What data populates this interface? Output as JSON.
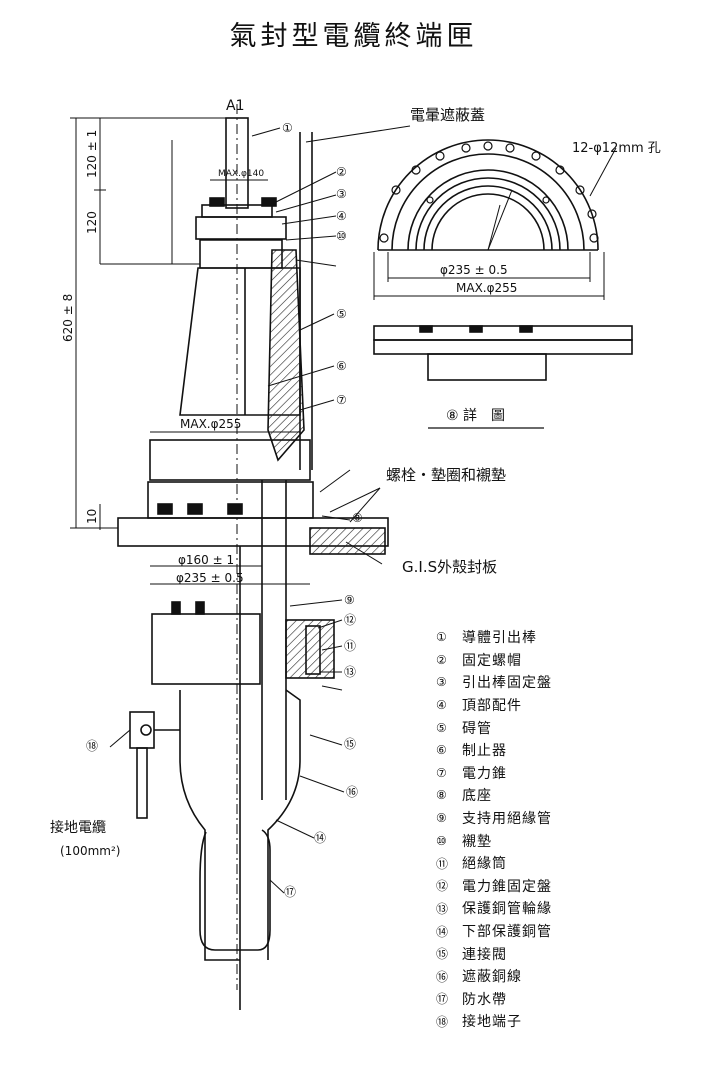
{
  "title": "氣封型電纜終端匣",
  "section_mark": "A1",
  "callouts": {
    "shield_cover": "電暈遮蔽蓋",
    "holes": "12-φ12mm 孔",
    "bolt_gasket": "螺栓・墊圈和襯墊",
    "gis_plate": "G.I.S外殼封板",
    "detail_caption": "⑧ 詳　圖",
    "ground_cable": "接地電纜",
    "ground_cable_size": "(100mm²)"
  },
  "dimensions": {
    "top_gap": "120 ± 1",
    "cap_height": "120",
    "total_height": "620 ± 8",
    "max140": "MAX.φ140",
    "max255_main": "MAX.φ255",
    "base_thickness": "10",
    "dia160": "φ160 ± 1",
    "dia235_main": "φ235 ± 0.5",
    "dia235_detail": "φ235 ± 0.5",
    "max255_detail": "MAX.φ255"
  },
  "numbers": [
    "①",
    "②",
    "③",
    "④",
    "⑤",
    "⑥",
    "⑦",
    "⑧",
    "⑨",
    "⑩",
    "⑪",
    "⑫",
    "⑬",
    "⑭",
    "⑮",
    "⑯",
    "⑰",
    "⑱"
  ],
  "legend": [
    {
      "num": "①",
      "text": "導體引出棒"
    },
    {
      "num": "②",
      "text": "固定螺帽"
    },
    {
      "num": "③",
      "text": "引出棒固定盤"
    },
    {
      "num": "④",
      "text": "頂部配件"
    },
    {
      "num": "⑤",
      "text": "碍管"
    },
    {
      "num": "⑥",
      "text": "制止器"
    },
    {
      "num": "⑦",
      "text": "電力錐"
    },
    {
      "num": "⑧",
      "text": "底座"
    },
    {
      "num": "⑨",
      "text": "支持用絕緣管"
    },
    {
      "num": "⑩",
      "text": "襯墊"
    },
    {
      "num": "⑪",
      "text": "絕緣筒"
    },
    {
      "num": "⑫",
      "text": "電力錐固定盤"
    },
    {
      "num": "⑬",
      "text": "保護銅管輪緣"
    },
    {
      "num": "⑭",
      "text": "下部保護銅管"
    },
    {
      "num": "⑮",
      "text": "連接閥"
    },
    {
      "num": "⑯",
      "text": "遮蔽銅線"
    },
    {
      "num": "⑰",
      "text": "防水帶"
    },
    {
      "num": "⑱",
      "text": "接地端子"
    }
  ]
}
